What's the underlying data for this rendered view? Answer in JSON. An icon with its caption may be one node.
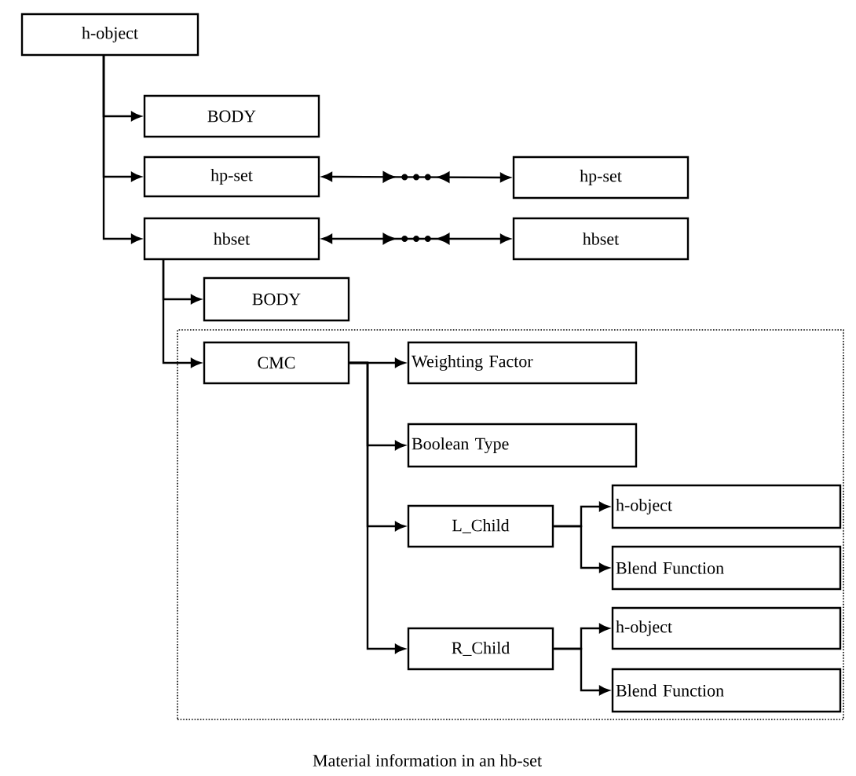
{
  "diagram": {
    "caption": "Material information in an hb-set",
    "nodes": [
      {
        "text": [
          "h-object"
        ]
      },
      {
        "text": [
          "BODY"
        ]
      },
      {
        "text": [
          "hp-set"
        ]
      },
      {
        "text": [
          "hp-set"
        ]
      },
      {
        "text": [
          "hbset"
        ]
      },
      {
        "text": [
          "hbset"
        ]
      },
      {
        "text": [
          "BODY"
        ]
      },
      {
        "text": [],
        "shape": "box"
      },
      {
        "text": [
          "CMC"
        ],
        "in": 7
      },
      {
        "text": [
          "Weighting Factor"
        ],
        "in": 7
      },
      {
        "text": [
          "Boolean Type"
        ],
        "in": 7
      },
      {
        "text": [
          "L_Child"
        ],
        "in": 7
      },
      {
        "text": [
          "h-object"
        ],
        "in": 7
      },
      {
        "text": [
          "Blend Function"
        ],
        "in": 7
      },
      {
        "text": [
          "R_Child"
        ],
        "in": 7
      },
      {
        "text": [
          "h-object"
        ],
        "in": 7
      },
      {
        "text": [
          "Blend Function"
        ],
        "in": 7
      }
    ],
    "edges": [
      {
        "from": 0,
        "to": 1,
        "arrow": "to"
      },
      {
        "from": 0,
        "to": 2,
        "arrow": "to"
      },
      {
        "from": 0,
        "to": 4,
        "arrow": "to"
      },
      {
        "from": 2,
        "to": 3,
        "arrow": "both"
      },
      {
        "from": 4,
        "to": 5,
        "arrow": "both"
      },
      {
        "from": 4,
        "to": 6,
        "arrow": "to"
      },
      {
        "from": 4,
        "to": 8,
        "arrow": "to"
      },
      {
        "from": 8,
        "to": 9,
        "arrow": "to"
      },
      {
        "from": 8,
        "to": 10,
        "arrow": "to"
      },
      {
        "from": 8,
        "to": 11,
        "arrow": "to"
      },
      {
        "from": 8,
        "to": 14,
        "arrow": "to"
      },
      {
        "from": 11,
        "to": 12,
        "arrow": "to"
      },
      {
        "from": 11,
        "to": 13,
        "arrow": "to"
      },
      {
        "from": 14,
        "to": 15,
        "arrow": "to"
      },
      {
        "from": 14,
        "to": 16,
        "arrow": "to"
      }
    ]
  }
}
